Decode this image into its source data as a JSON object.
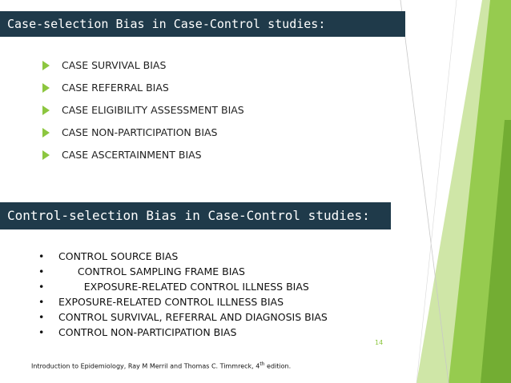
{
  "slide": {
    "title1": "Case-selection Bias in Case-Control studies:",
    "case_items": [
      "CASE SURVIVAL BIAS",
      "CASE REFERRAL BIAS",
      "CASE ELIGIBILITY ASSESSMENT BIAS",
      "CASE NON-PARTICIPATION BIAS",
      "CASE ASCERTAINMENT BIAS"
    ],
    "title2": "Control-selection Bias in Case-Control studies:",
    "bullet_symbol": "•",
    "control_items": [
      "CONTROL SOURCE BIAS",
      "      CONTROL SAMPLING FRAME BIAS",
      "        EXPOSURE-RELATED CONTROL ILLNESS BIAS",
      "EXPOSURE-RELATED CONTROL ILLNESS BIAS",
      "CONTROL SURVIVAL, REFERRAL AND DIAGNOSIS BIAS",
      "CONTROL NON-PARTICIPATION BIAS"
    ],
    "page_number": "14",
    "citation_main": "Introduction to Epidemiology, Ray M Merril and Thomas C. Timmreck, 4",
    "citation_sup": "th",
    "citation_end": " edition.",
    "colors": {
      "title_bg": "#1f3a4a",
      "accent": "#8cc63f"
    }
  }
}
